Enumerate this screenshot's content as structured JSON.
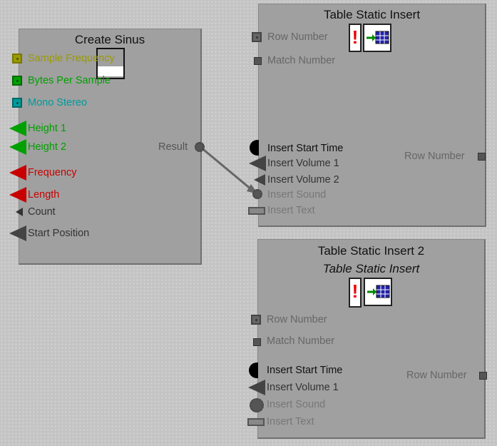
{
  "create_sinus": {
    "title": "Create Sinus",
    "inputs": [
      "Sample Frequency",
      "Bytes Per Sample",
      "Mono Stereo",
      "Height 1",
      "Height 2",
      "Frequency",
      "Length",
      "Count",
      "Start Position"
    ],
    "output": "Result"
  },
  "tsi1": {
    "title": "Table Static Insert",
    "inputs": [
      "Row Number",
      "Match Number",
      "Insert Start Time",
      "Insert Volume 1",
      "Insert Volume 2",
      "Insert Sound",
      "Insert Text"
    ],
    "output": "Row Number"
  },
  "tsi2": {
    "title": "Table Static Insert 2",
    "subtitle": "Table Static Insert",
    "inputs": [
      "Row Number",
      "Match Number",
      "Insert Start Time",
      "Insert Volume 1",
      "Insert Sound",
      "Insert Text"
    ],
    "output": "Row Number"
  },
  "colors": {
    "olive": "#9a9a00",
    "green": "#00a000",
    "teal": "#009a9a",
    "red": "#c80000",
    "dark": "#333333",
    "grey": "#666666",
    "light": "#777777"
  }
}
